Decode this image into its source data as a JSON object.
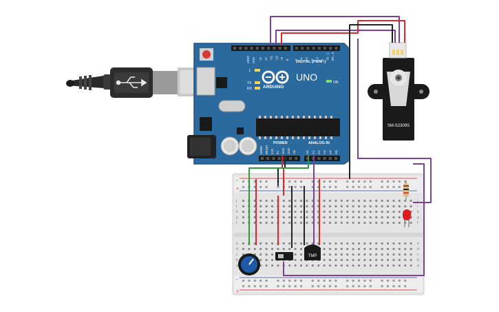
{
  "arduino": {
    "logo_text": "ARDUINO",
    "model": "UNO",
    "digital_header_label": "DIGITAL (PWM~)",
    "analog_header_label": "ANALOG IN",
    "power_header_label": "POWER",
    "on_label": "ON",
    "tx_label": "TX",
    "rx_label": "RX",
    "l_label": "L",
    "aref_label": "AREF",
    "gnd_label": "GND",
    "digital_pins": [
      "13",
      "12",
      "~11",
      "~10",
      "~9",
      "8",
      "7",
      "~6",
      "~5",
      "4",
      "~3",
      "2",
      "TX→1",
      "RX←0"
    ],
    "power_pins": [
      "IOREF",
      "RESET",
      "3.3V",
      "5V",
      "GND",
      "GND",
      "Vin"
    ],
    "analog_pins": [
      "A0",
      "A1",
      "A2",
      "A3",
      "A4",
      "A5"
    ]
  },
  "servo": {
    "label": "SM-S2309S"
  },
  "sensor": {
    "label": "TMP"
  },
  "breadboard": {
    "row_letters_top": [
      "j",
      "i",
      "h",
      "g",
      "f"
    ],
    "row_letters_bottom": [
      "e",
      "d",
      "c",
      "b",
      "a"
    ],
    "rail_plus": "+",
    "rail_minus": "-"
  },
  "colors": {
    "board_blue": "#2b6a9e",
    "wire_red": "#e0262b",
    "wire_black": "#222222",
    "wire_green": "#2f9a3a",
    "wire_purple": "#7b3f99",
    "led_red": "#d81e1e",
    "pot_blue": "#1f5aa6"
  }
}
